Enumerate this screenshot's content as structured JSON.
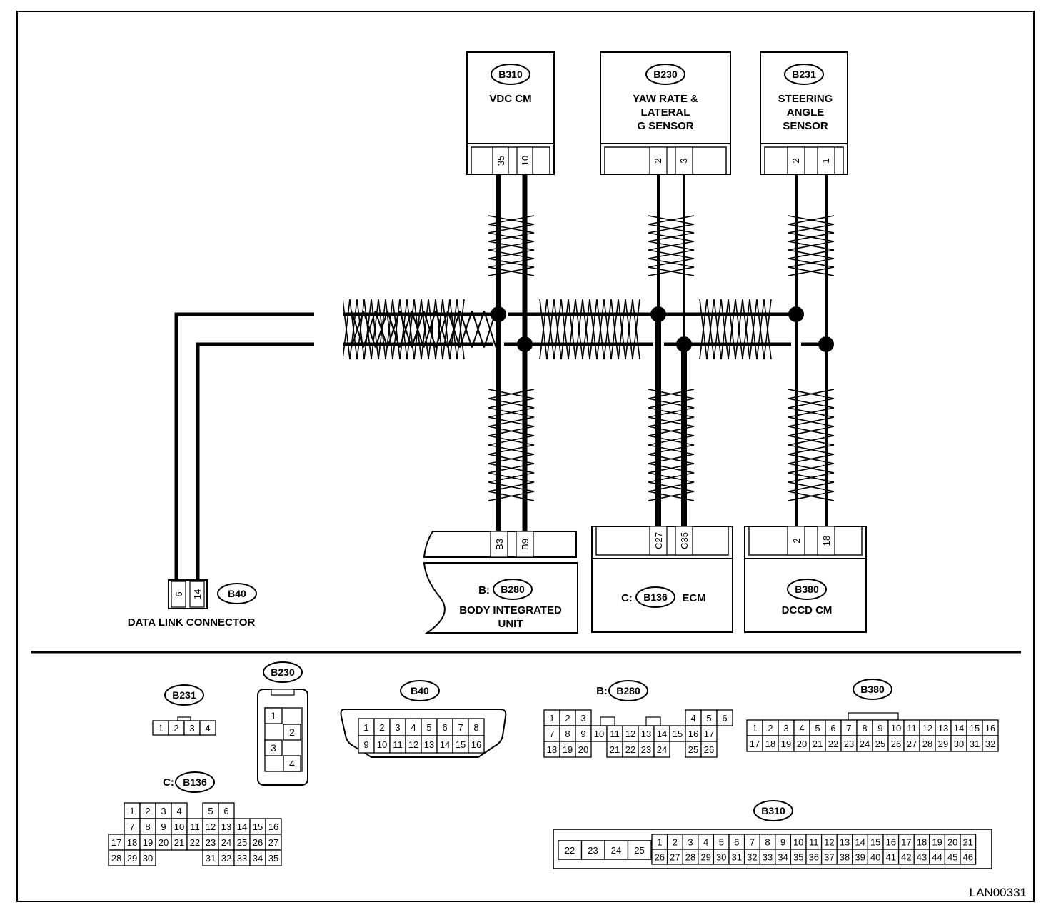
{
  "figure_id": "LAN00331",
  "components": {
    "vdc": {
      "tag": "B310",
      "name": "VDC CM",
      "pins": [
        "35",
        "10"
      ]
    },
    "yaw": {
      "tag": "B230",
      "name_lines": [
        "YAW RATE &",
        "LATERAL",
        "G SENSOR"
      ],
      "pins": [
        "2",
        "3"
      ]
    },
    "steer": {
      "tag": "B231",
      "name_lines": [
        "STEERING",
        "ANGLE",
        "SENSOR"
      ],
      "pins": [
        "2",
        "1"
      ]
    },
    "biu": {
      "prefix": "B:",
      "tag": "B280",
      "name_lines": [
        "BODY INTEGRATED",
        "UNIT"
      ],
      "pins": [
        "B3",
        "B9"
      ]
    },
    "ecm": {
      "prefix": "C:",
      "tag": "B136",
      "name": "ECM",
      "pins": [
        "C27",
        "C35"
      ]
    },
    "dccd": {
      "tag": "B380",
      "name": "DCCD CM",
      "pins": [
        "2",
        "18"
      ]
    },
    "dlc": {
      "tag": "B40",
      "name": "DATA LINK CONNECTOR",
      "pins": [
        "6",
        "14"
      ]
    }
  },
  "connector_views": {
    "b231": {
      "tag": "B231",
      "rows": [
        [
          "1",
          "2",
          "3",
          "4"
        ]
      ]
    },
    "b230": {
      "tag": "B230",
      "pins": [
        "1",
        "2",
        "3",
        "4"
      ]
    },
    "b136": {
      "prefix": "C:",
      "tag": "B136",
      "rows": [
        [
          "",
          "1",
          "2",
          "3",
          "4",
          "",
          "5",
          "6"
        ],
        [
          "",
          "7",
          "8",
          "9",
          "10",
          "11",
          "12",
          "13",
          "14",
          "15",
          "16"
        ],
        [
          "17",
          "18",
          "19",
          "20",
          "21",
          "22",
          "23",
          "24",
          "25",
          "26",
          "27"
        ],
        [
          "28",
          "29",
          "30",
          "",
          "",
          "",
          "31",
          "32",
          "33",
          "34",
          "35"
        ]
      ]
    },
    "b40": {
      "tag": "B40",
      "rows": [
        [
          "1",
          "2",
          "3",
          "4",
          "5",
          "6",
          "7",
          "8"
        ],
        [
          "9",
          "10",
          "11",
          "12",
          "13",
          "14",
          "15",
          "16"
        ]
      ]
    },
    "b280": {
      "prefix": "B:",
      "tag": "B280",
      "rows": [
        [
          "1",
          "2",
          "3",
          "",
          "",
          "",
          "",
          "",
          "",
          "4",
          "5",
          "6"
        ],
        [
          "7",
          "8",
          "9",
          "10",
          "11",
          "12",
          "13",
          "14",
          "15",
          "16",
          "17"
        ],
        [
          "18",
          "19",
          "20",
          "",
          "21",
          "22",
          "23",
          "24",
          "",
          "25",
          "26"
        ]
      ]
    },
    "b380": {
      "tag": "B380",
      "rows": [
        [
          "1",
          "2",
          "3",
          "4",
          "5",
          "6",
          "7",
          "8",
          "9",
          "10",
          "11",
          "12",
          "13",
          "14",
          "15",
          "16"
        ],
        [
          "17",
          "18",
          "19",
          "20",
          "21",
          "22",
          "23",
          "24",
          "25",
          "26",
          "27",
          "28",
          "29",
          "30",
          "31",
          "32"
        ]
      ]
    },
    "b310": {
      "tag": "B310",
      "left": [
        "22",
        "23",
        "24",
        "25"
      ],
      "rows": [
        [
          "1",
          "2",
          "3",
          "4",
          "5",
          "6",
          "7",
          "8",
          "9",
          "10",
          "11",
          "12",
          "13",
          "14",
          "15",
          "16",
          "17",
          "18",
          "19",
          "20",
          "21"
        ],
        [
          "26",
          "27",
          "28",
          "29",
          "30",
          "31",
          "32",
          "33",
          "34",
          "35",
          "36",
          "37",
          "38",
          "39",
          "40",
          "41",
          "42",
          "43",
          "44",
          "45",
          "46"
        ]
      ]
    }
  }
}
